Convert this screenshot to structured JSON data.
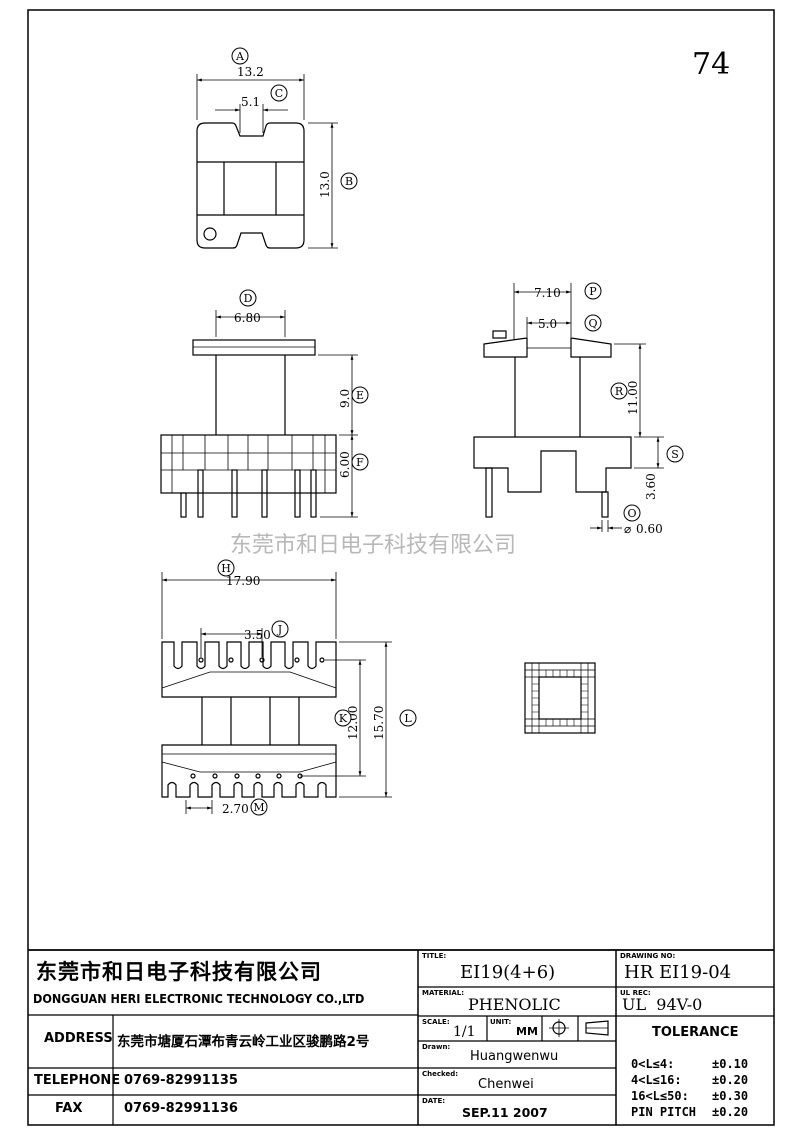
{
  "page_number": "74",
  "watermark": "东莞市和日电子科技有限公司",
  "dims": {
    "A": "13.2",
    "C": "5.1",
    "B": "13.0",
    "D": "6.80",
    "E": "9.0",
    "F": "6.00",
    "P": "7.10",
    "Q": "5.0",
    "R": "11.00",
    "S": "3.60",
    "O": "0.60",
    "H": "17.90",
    "J": "3.50",
    "K": "12.00",
    "L": "15.70",
    "M": "2.70"
  },
  "markers": [
    "A",
    "B",
    "C",
    "D",
    "E",
    "F",
    "P",
    "Q",
    "R",
    "S",
    "O",
    "H",
    "J",
    "K",
    "L",
    "M"
  ],
  "title_block": {
    "company_cn": "东莞市和日电子科技有限公司",
    "company_en": "DONGGUAN HERI ELECTRONIC TECHNOLOGY CO.,LTD",
    "address_label": "ADDRESS",
    "address_value": "东莞市塘厦石潭布青云岭工业区骏鹏路2号",
    "telephone_label": "TELEPHONE",
    "telephone_value": "0769-82991135",
    "fax_label": "FAX",
    "fax_value": "0769-82991136",
    "title_label": "TITLE:",
    "title_value": "EI19(4+6)",
    "material_label": "MATERIAL:",
    "material_value": "PHENOLIC",
    "scale_label": "SCALE:",
    "scale_value": "1/1",
    "unit_label": "UNIT:",
    "unit_value": "MM",
    "drawn_label": "Drawn:",
    "drawn_value": "Huangwenwu",
    "checked_label": "Checked:",
    "checked_value": "Chenwei",
    "date_label": "DATE:",
    "date_value": "SEP.11 2007",
    "drawing_no_label": "DRAWING NO:",
    "drawing_no_value": "HR EI19-04",
    "ul_rec_label": "UL REC:",
    "ul_rec_value": "UL  94V-0",
    "tolerance_title": "TOLERANCE",
    "tolerance": [
      {
        "range": "0<L≤4:",
        "value": "±0.10"
      },
      {
        "range": "4<L≤16:",
        "value": "±0.20"
      },
      {
        "range": "16<L≤50:",
        "value": "±0.30"
      },
      {
        "range": "PIN PITCH",
        "value": "±0.20"
      }
    ]
  }
}
